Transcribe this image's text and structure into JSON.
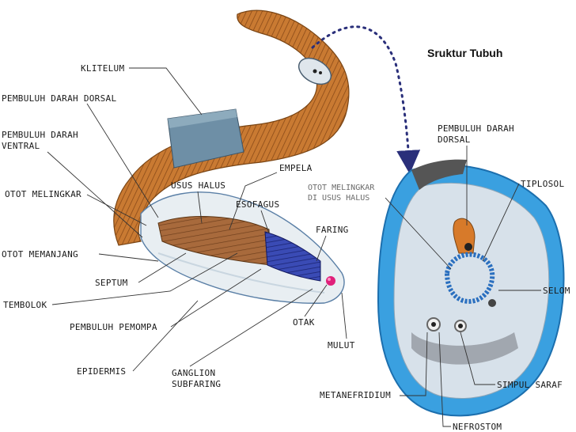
{
  "title": "Sruktur Tubuh",
  "labels": {
    "klitelum": "KLITELUM",
    "pembuluh_darah_dorsal": "PEMBULUH DARAH DORSAL",
    "pembuluh_darah_ventral_1": "PEMBULUH DARAH",
    "pembuluh_darah_ventral_2": "VENTRAL",
    "otot_melingkar": "OTOT MELINGKAR",
    "usus_halus": "USUS HALUS",
    "empela": "EMPELA",
    "esofagus": "ESOFAGUS",
    "faring": "FARING",
    "otot_memanjang": "OTOT MEMANJANG",
    "septum": "SEPTUM",
    "tembolok": "TEMBOLOK",
    "pembuluh_pemompa": "PEMBULUH PEMOMPA",
    "otak": "OTAK",
    "mulut": "MULUT",
    "epidermis": "EPIDERMIS",
    "ganglion_1": "GANGLION",
    "ganglion_2": "SUBFARING"
  },
  "cross_section_labels": {
    "otot_melingkar_usus_1": "OTOT MELINGKAR",
    "otot_melingkar_usus_2": "DI USUS HALUS",
    "pembuluh_darah_dorsal_1": "PEMBULUH DARAH",
    "pembuluh_darah_dorsal_2": "DORSAL",
    "tiplosol": "TIPLOSOL",
    "selom": "SELOM",
    "simpul_saraf": "SIMPUL SARAF",
    "metanefridium": "METANEFRIDIUM",
    "nefrostom": "NEFROSTOM"
  },
  "colors": {
    "body_orange": "#c8732a",
    "body_stripe": "#8a4a18",
    "clitellum": "#6e8fa6",
    "sheath_blue": "#3aa0e0",
    "esophagus_blue": "#2f3f9f",
    "mouth_pink": "#e0207a",
    "arrow_navy": "#2a2f7a"
  }
}
